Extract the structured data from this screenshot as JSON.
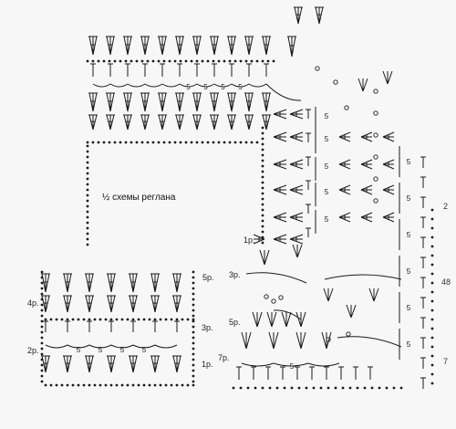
{
  "diagram": {
    "caption": "½ схемы реглана",
    "row_labels": {
      "r1_bottom": "1р.",
      "r2_bottom": "2р.",
      "r3_bottom": "3р.",
      "r4_bottom": "4р.",
      "r5_bottom": "5р.",
      "r1_main": "1р.",
      "r3_main": "3р.",
      "r5_main": "5р.",
      "r7_main": "7р."
    },
    "edge_numbers": {
      "n2": "2",
      "n48": "48",
      "n7": "7"
    },
    "chain_count_label": "5",
    "colors": {
      "ink": "#1a1a1a",
      "paper": "#f7f7f7"
    },
    "symbols": [
      "dc-cluster",
      "fan",
      "chain-arc",
      "chain-dot",
      "picot"
    ]
  }
}
